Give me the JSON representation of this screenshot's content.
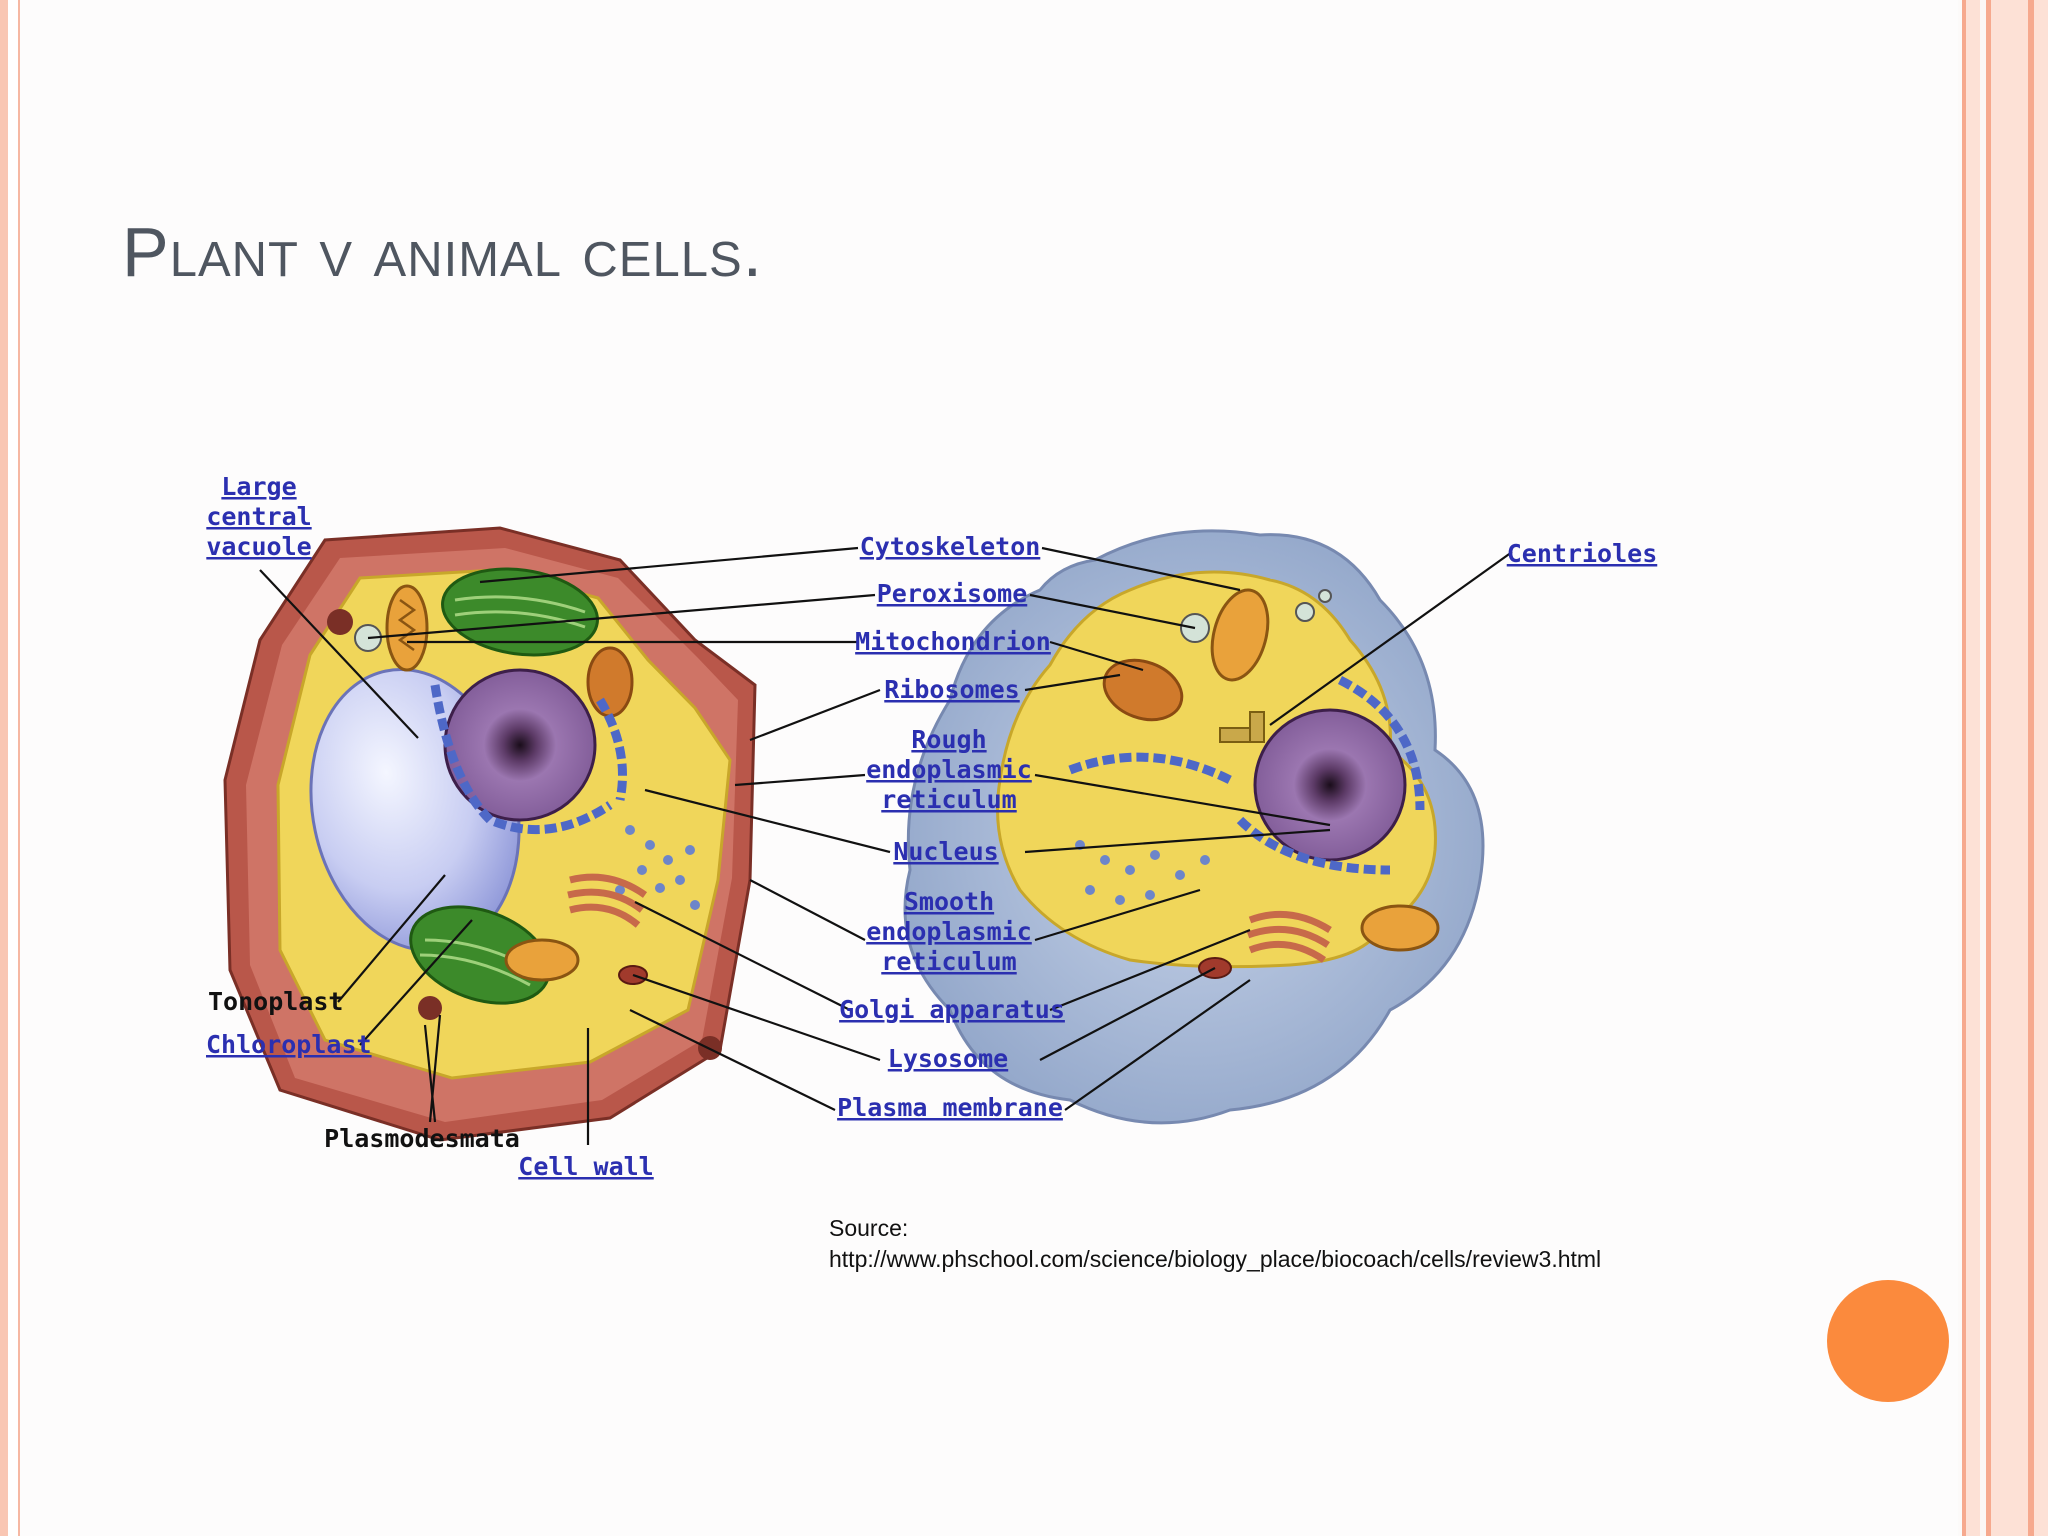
{
  "slide": {
    "title": "Plant v animal cells.",
    "source_label": "Source:",
    "source_url": "http://www.phschool.com/science/biology_place/biocoach/cells/review3.html"
  },
  "diagram": {
    "labels": {
      "large_central_vacuole": [
        "Large",
        "central",
        "vacuole"
      ],
      "cytoskeleton": "Cytoskeleton",
      "centrioles": "Centrioles",
      "peroxisome": "Peroxisome",
      "mitochondrion": "Mitochondrion",
      "ribosomes": "Ribosomes",
      "rough_er": [
        "Rough",
        "endoplasmic",
        "reticulum"
      ],
      "nucleus": "Nucleus",
      "smooth_er": [
        "Smooth",
        "endoplasmic",
        "reticulum"
      ],
      "golgi": "Golgi apparatus",
      "lysosome": "Lysosome",
      "plasma_membrane": "Plasma membrane",
      "tonoplast": "Tonoplast",
      "chloroplast": "Chloroplast",
      "plasmodesmata": "Plasmodesmata",
      "cell_wall": "Cell wall"
    }
  },
  "colors": {
    "accent_orange": "#fb8a3d",
    "border_salmon": "#f6a98e",
    "title_gray": "#4f5660",
    "link_blue": "#2b2fb0"
  }
}
